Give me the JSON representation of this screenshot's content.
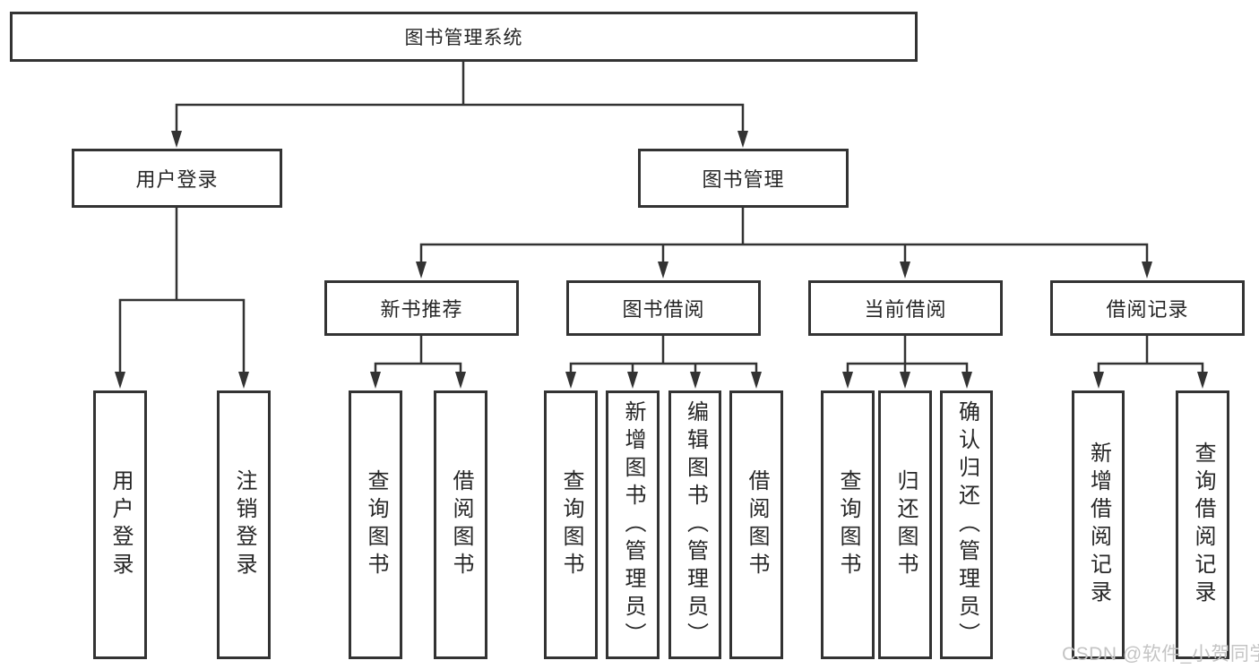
{
  "diagram": {
    "type": "hierarchy-tree",
    "root": {
      "label": "图书管理系统",
      "children": [
        {
          "label": "用户登录",
          "children": [
            {
              "label": "用户登录"
            },
            {
              "label": "注销登录"
            }
          ]
        },
        {
          "label": "图书管理",
          "children": [
            {
              "label": "新书推荐",
              "children": [
                {
                  "label": "查询图书"
                },
                {
                  "label": "借阅图书"
                }
              ]
            },
            {
              "label": "图书借阅",
              "children": [
                {
                  "label": "查询图书"
                },
                {
                  "label": "新增图书（管理员）"
                },
                {
                  "label": "编辑图书（管理员）"
                },
                {
                  "label": "借阅图书"
                }
              ]
            },
            {
              "label": "当前借阅",
              "children": [
                {
                  "label": "查询图书"
                },
                {
                  "label": "归还图书"
                },
                {
                  "label": "确认归还（管理员）"
                }
              ]
            },
            {
              "label": "借阅记录",
              "children": [
                {
                  "label": "新增借阅记录"
                },
                {
                  "label": "查询借阅记录"
                }
              ]
            }
          ]
        }
      ]
    }
  },
  "watermark": {
    "text": "CSDN @软件_小贺同学"
  },
  "colors": {
    "line": "#333333",
    "box_border": "#333333",
    "text": "#262626",
    "watermark": "#c4c4c4",
    "background": "#ffffff"
  }
}
